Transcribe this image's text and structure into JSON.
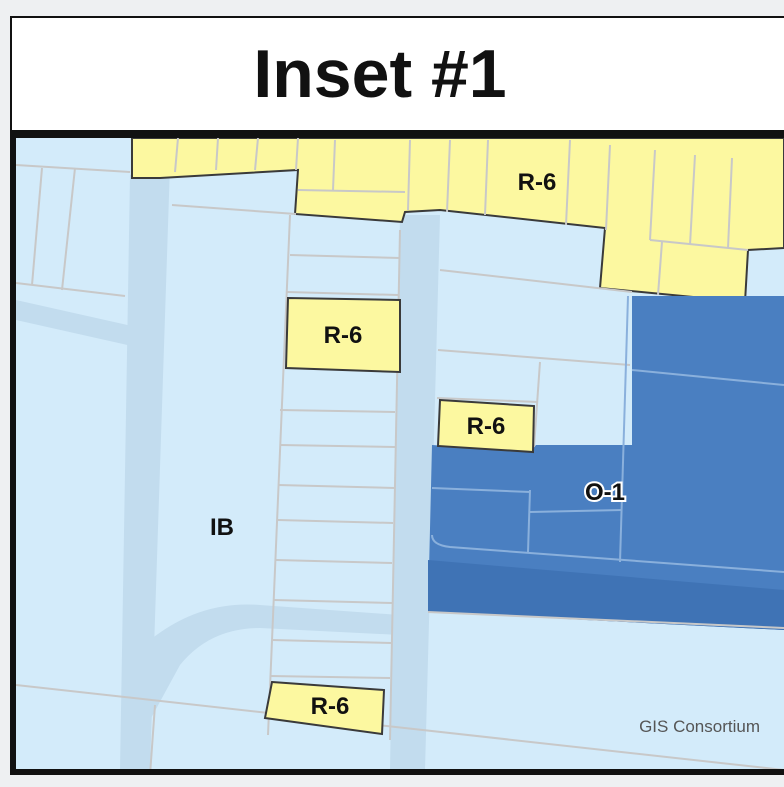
{
  "inset": {
    "title": "Inset #1"
  },
  "zones": {
    "ib": "IB",
    "r6_north": "R-6",
    "r6_center": "R-6",
    "r6_mid": "R-6",
    "r6_south": "R-6",
    "o1": "O-1"
  },
  "attribution": "GIS Consortium",
  "colors": {
    "ib_light_blue": "#d3ebfa",
    "residential_yellow": "#fcf8a0",
    "office_blue": "#4a7fc1",
    "road": "#c7dff0",
    "parcel_line": "#c8c8c8",
    "frame": "#111111"
  }
}
